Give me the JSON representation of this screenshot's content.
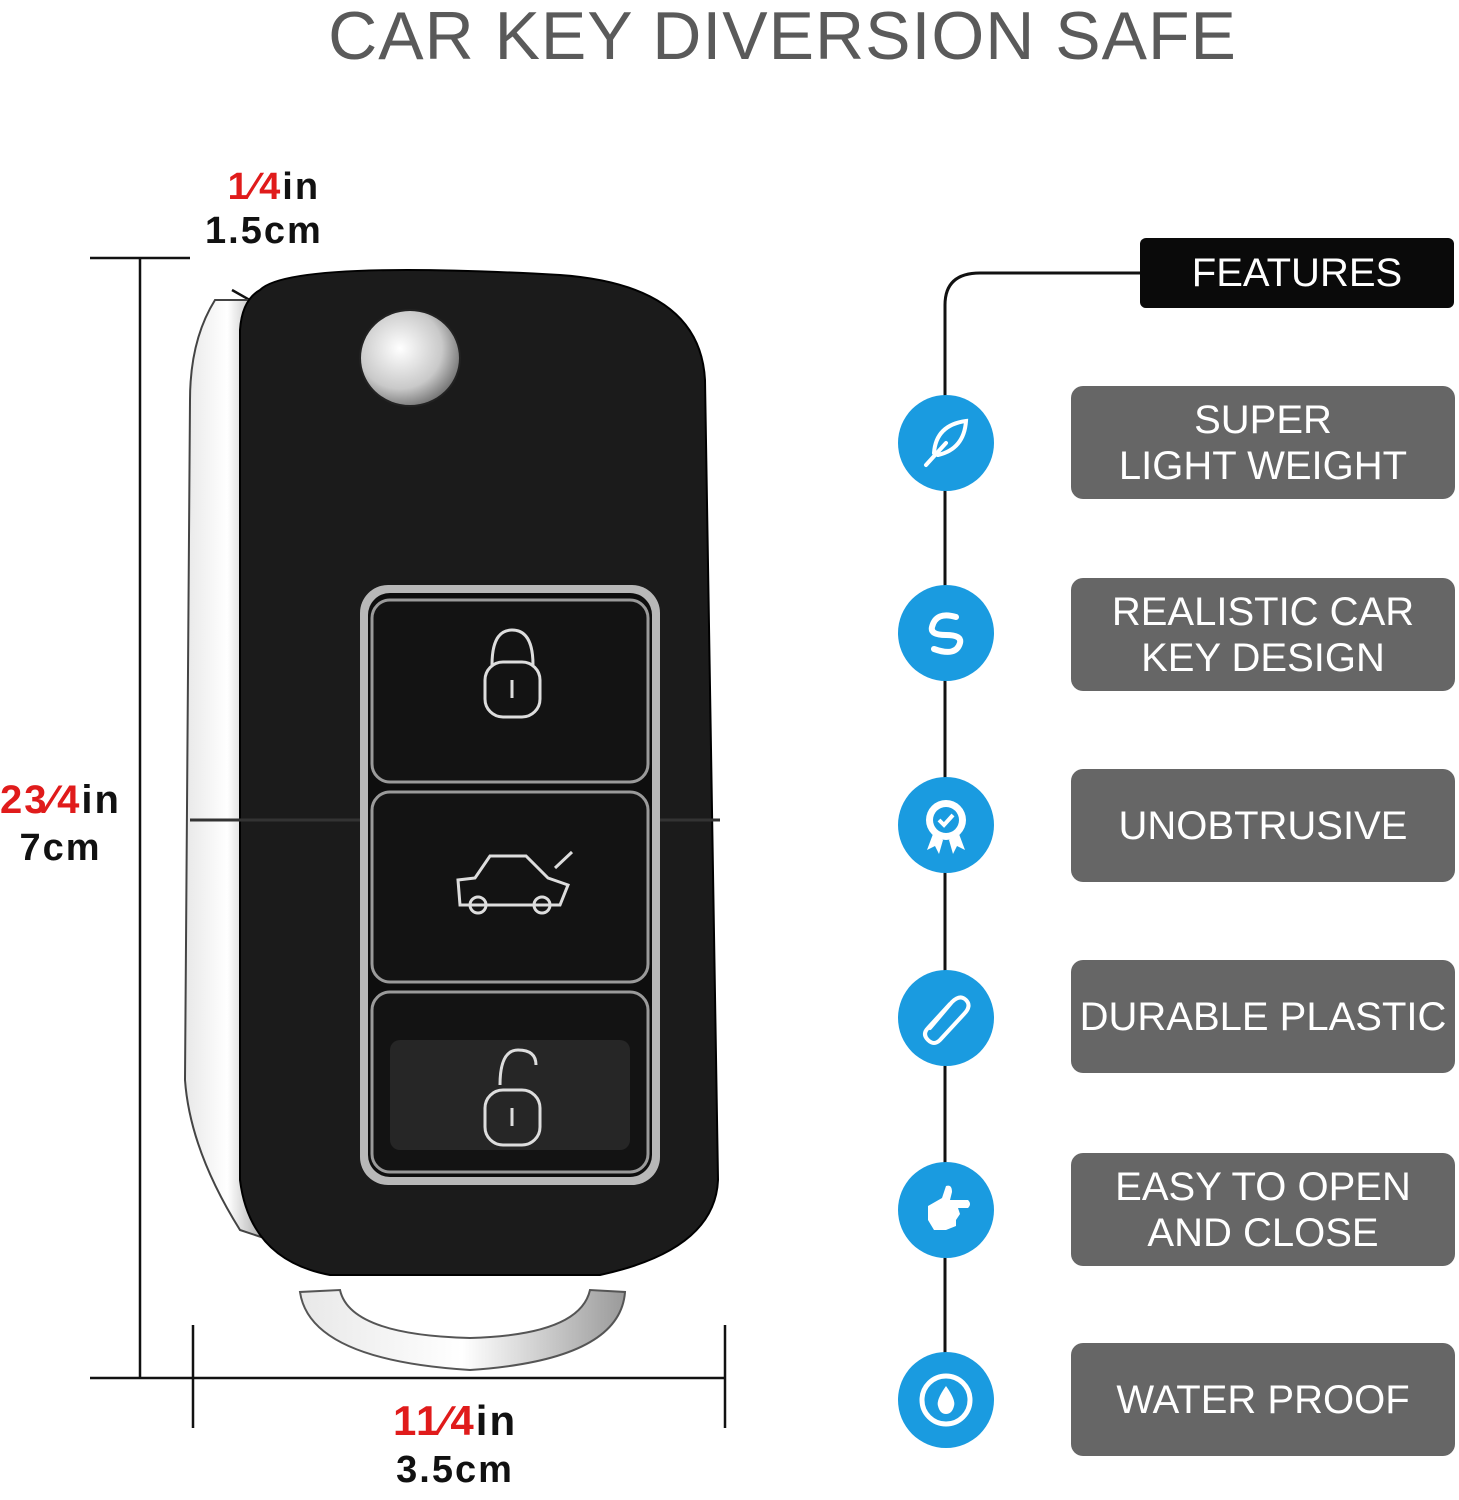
{
  "title": "CAR KEY DIVERSION SAFE",
  "dimensions": {
    "thickness": {
      "fraction": "1⁄4",
      "unit": "in",
      "metric": "1.5cm"
    },
    "height": {
      "whole": "2",
      "fraction": "3⁄4",
      "unit": "in",
      "metric": "7cm"
    },
    "width": {
      "whole": "1",
      "fraction": "1⁄4",
      "unit": "in",
      "metric": "3.5cm"
    }
  },
  "features_label": "FEATURES",
  "features": [
    {
      "line1": "SUPER",
      "line2": "LIGHT WEIGHT",
      "icon": "feather-icon"
    },
    {
      "line1": "REALISTIC CAR",
      "line2": "KEY DESIGN",
      "icon": "swirl-icon"
    },
    {
      "line1": "UNOBTRUSIVE",
      "line2": "",
      "icon": "badge-check-icon"
    },
    {
      "line1": "DURABLE PLASTIC",
      "line2": "",
      "icon": "paperclip-icon"
    },
    {
      "line1": "EASY TO OPEN",
      "line2": "AND CLOSE",
      "icon": "pointing-hand-icon"
    },
    {
      "line1": "WATER PROOF",
      "line2": "",
      "icon": "water-drop-icon"
    }
  ],
  "colors": {
    "accent": "#1a9be0",
    "fraction": "#e01b1b",
    "box": "#666666"
  }
}
